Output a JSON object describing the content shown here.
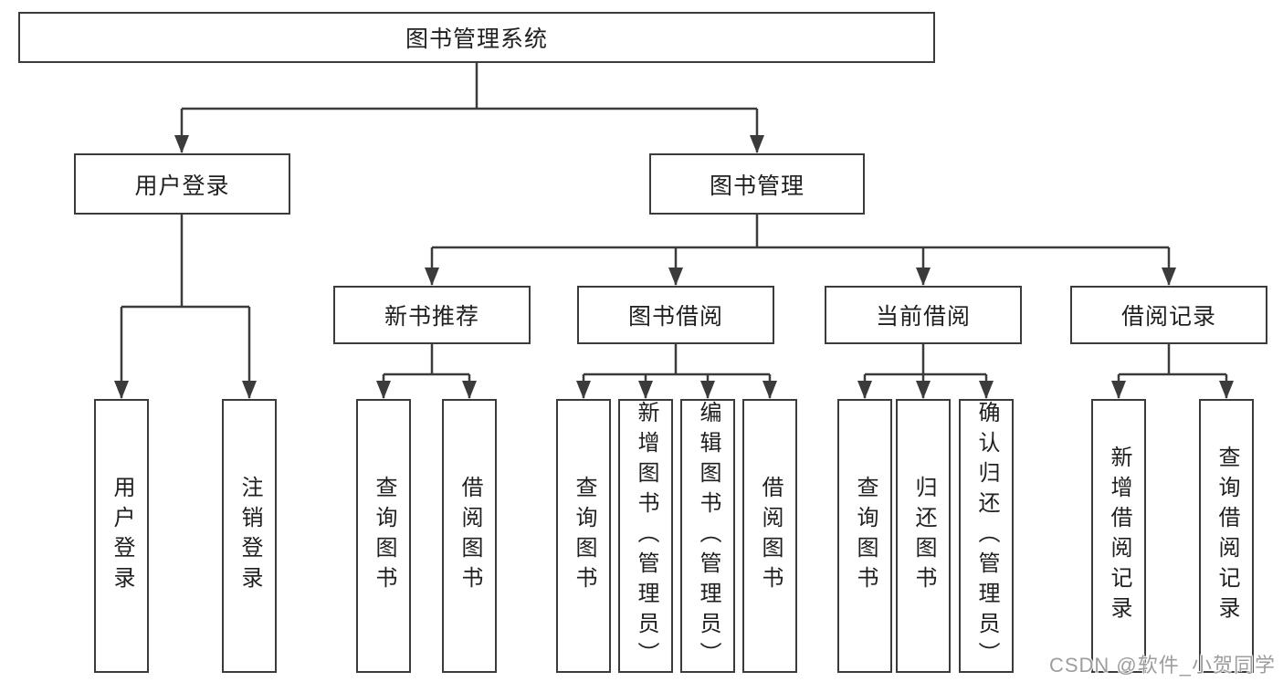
{
  "title": "图书管理系统",
  "watermark": "CSDN @软件_小贺同学",
  "colors": {
    "line": "#3b3b3b",
    "box_border": "#3b3b3b",
    "text": "#1f1f1f",
    "watermark_text": "#9d9d9d",
    "background": "#ffffff"
  },
  "tree": {
    "root": {
      "label": "图书管理系统"
    },
    "branches": [
      {
        "label": "用户登录",
        "children": [
          "用户登录",
          "注销登录"
        ]
      },
      {
        "label": "图书管理",
        "groups": [
          {
            "label": "新书推荐",
            "children": [
              "查询图书",
              "借阅图书"
            ]
          },
          {
            "label": "图书借阅",
            "children": [
              "查询图书",
              "新增图书（管理员）",
              "编辑图书（管理员）",
              "借阅图书"
            ]
          },
          {
            "label": "当前借阅",
            "children": [
              "查询图书",
              "归还图书",
              "确认归还（管理员）"
            ]
          },
          {
            "label": "借阅记录",
            "children": [
              "新增借阅记录",
              "查询借阅记录"
            ]
          }
        ]
      }
    ]
  }
}
